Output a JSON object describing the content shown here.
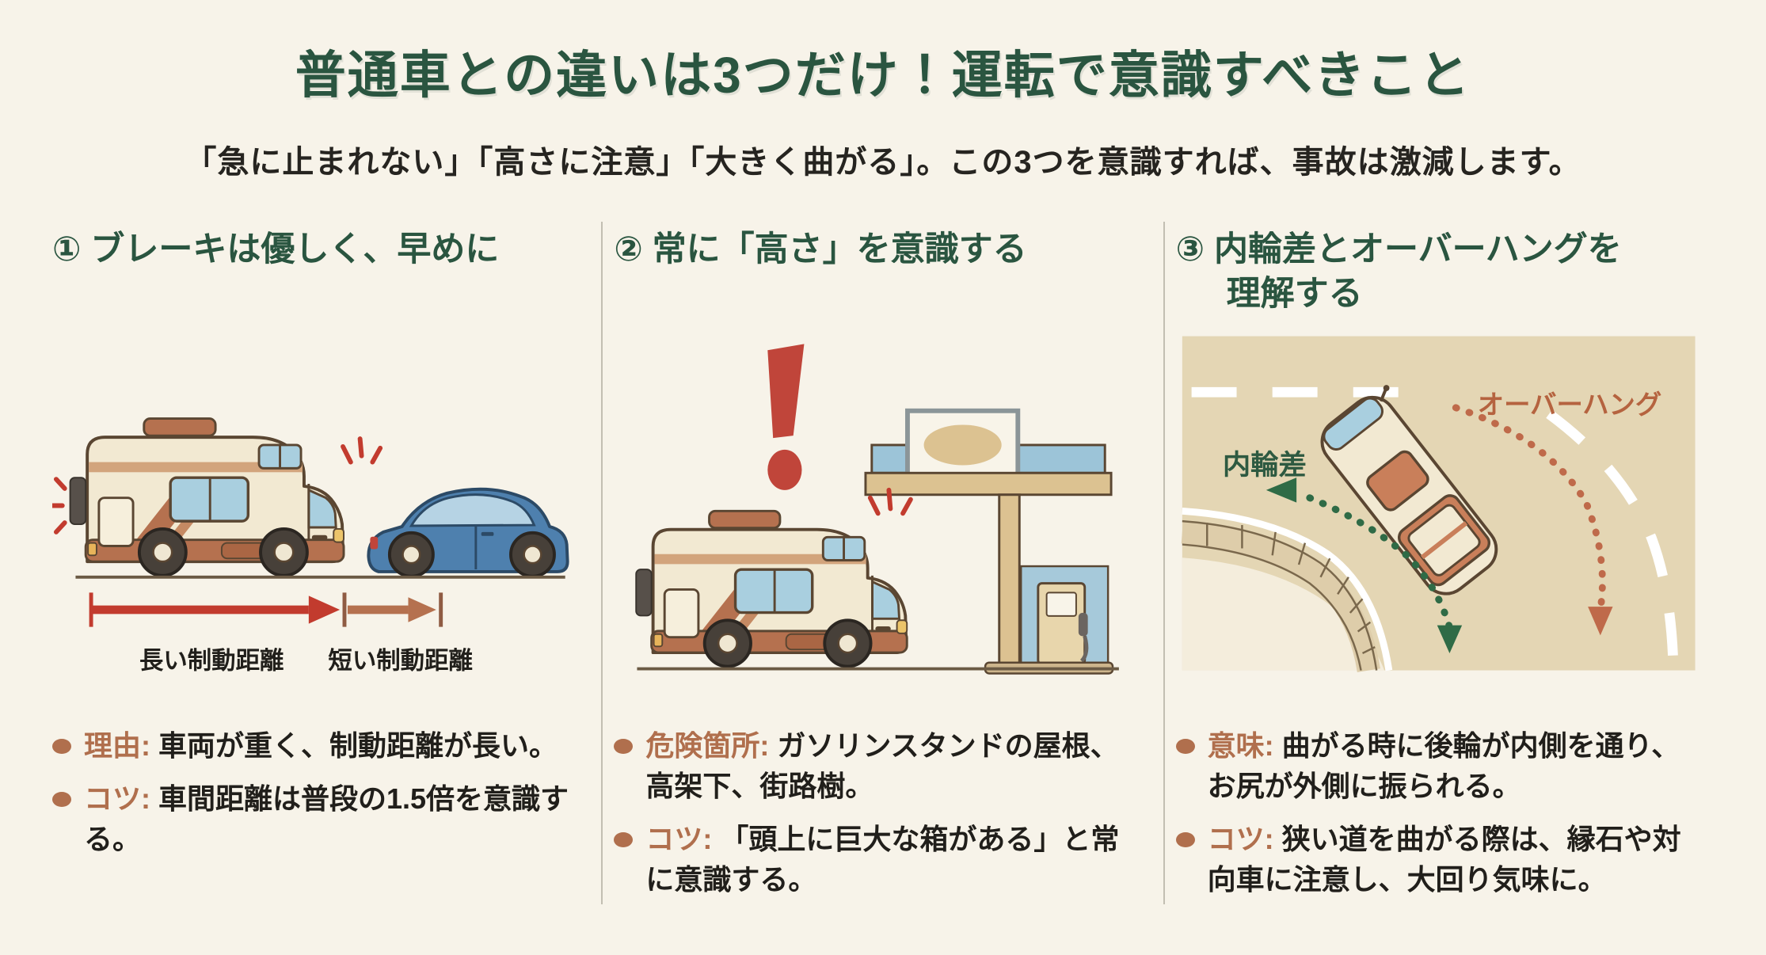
{
  "palette": {
    "background": "#f7f3e9",
    "title_green": "#2a5540",
    "body_text": "#211f1b",
    "accent_terracotta": "#b06f4d",
    "alert_red": "#c23b2e",
    "arrow_brown": "#b5714f",
    "divider_gray": "#c2beb2"
  },
  "header": {
    "title": "普通車との違いは3つだけ！運転で意識すべきこと",
    "subtitle": "「急に止まれない」「高さに注意」「大きく曲がる」。この3つを意識すれば、事故は激減します。"
  },
  "columns": [
    {
      "heading_line1": "① ブレーキは優しく、早めに",
      "heading_line2": "",
      "illustration": {
        "name": "braking-distance",
        "long_arrow_label": "長い制動距離",
        "short_arrow_label": "短い制動距離"
      },
      "bullets": [
        {
          "label": "理由:",
          "text": "車両が重く、制動距離が長い。"
        },
        {
          "label": "コツ:",
          "text": "車間距離は普段の1.5倍を意識する。"
        }
      ]
    },
    {
      "heading_line1": "② 常に「高さ」を意識する",
      "heading_line2": "",
      "illustration": {
        "name": "height-clearance"
      },
      "bullets": [
        {
          "label": "危険箇所:",
          "text": "ガソリンスタンドの屋根、高架下、街路樹。"
        },
        {
          "label": "コツ:",
          "text": "「頭上に巨大な箱がある」と常に意識する。"
        }
      ]
    },
    {
      "heading_line1": "③ 内輪差とオーバーハングを",
      "heading_line2": "理解する",
      "illustration": {
        "name": "turning-radius",
        "inner_wheel_label": "内輪差",
        "overhang_label": "オーバーハング"
      },
      "bullets": [
        {
          "label": "意味:",
          "text": "曲がる時に後輪が内側を通り、お尻が外側に振られる。"
        },
        {
          "label": "コツ:",
          "text": "狭い道を曲がる際は、縁石や対向車に注意し、大回り気味に。"
        }
      ]
    }
  ]
}
